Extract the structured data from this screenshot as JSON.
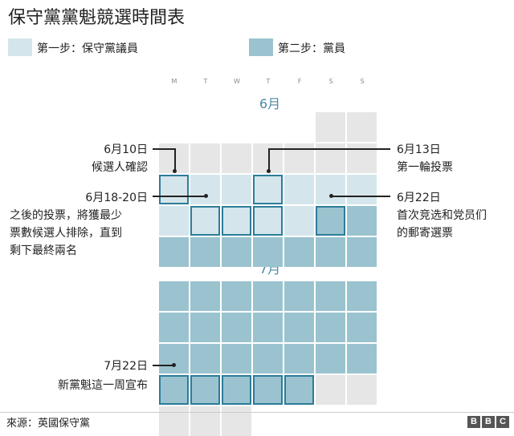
{
  "title": "保守黨黨魁競選時間表",
  "legend": [
    {
      "label": "第一步：保守黨議員",
      "color": "#d4e6ec"
    },
    {
      "label": "第二步：黨員",
      "color": "#9ac3cf"
    }
  ],
  "colors": {
    "empty": "#e6e6e6",
    "stage1": "#d4e6ec",
    "stage2": "#9ac3cf",
    "highlight": "#2d7c99"
  },
  "day_headers": [
    "M",
    "T",
    "W",
    "T",
    "F",
    "S",
    "S"
  ],
  "months": [
    {
      "title": "6月",
      "weeks": [
        [
          "none",
          "none",
          "none",
          "none",
          "none",
          "empty",
          "empty"
        ],
        [
          "empty",
          "empty",
          "empty",
          "empty",
          "empty",
          "empty",
          "empty"
        ],
        [
          "stage1",
          "stage1",
          "stage1",
          "stage1",
          "stage1",
          "stage1",
          "stage1"
        ],
        [
          "stage1",
          "stage1",
          "stage1",
          "stage1",
          "stage1",
          "stage2",
          "stage2"
        ],
        [
          "stage2",
          "stage2",
          "stage2",
          "stage2",
          "stage2",
          "stage2",
          "stage2"
        ]
      ],
      "highlights": [
        [
          2,
          0
        ],
        [
          2,
          3
        ],
        [
          3,
          1
        ],
        [
          3,
          2
        ],
        [
          3,
          3
        ],
        [
          3,
          5
        ]
      ]
    },
    {
      "title": "7月",
      "weeks": [
        [
          "stage2",
          "stage2",
          "stage2",
          "stage2",
          "stage2",
          "stage2",
          "stage2"
        ],
        [
          "stage2",
          "stage2",
          "stage2",
          "stage2",
          "stage2",
          "stage2",
          "stage2"
        ],
        [
          "stage2",
          "stage2",
          "stage2",
          "stage2",
          "stage2",
          "stage2",
          "stage2"
        ],
        [
          "stage2",
          "stage2",
          "stage2",
          "stage2",
          "stage2",
          "empty",
          "empty"
        ],
        [
          "empty",
          "empty",
          "empty",
          "none",
          "none",
          "none",
          "none"
        ]
      ],
      "highlights": [
        [
          3,
          0
        ],
        [
          3,
          1
        ],
        [
          3,
          2
        ],
        [
          3,
          3
        ],
        [
          3,
          4
        ]
      ]
    }
  ],
  "annotations": [
    {
      "date": "6月10日",
      "lines": [
        "候選人確認"
      ]
    },
    {
      "date": "6月13日",
      "lines": [
        "第一輪投票"
      ]
    },
    {
      "date": "6月18-20日",
      "lines": [
        "之後的投票，將獲最少",
        "票數候選人排除，直到",
        "剩下最終兩名"
      ]
    },
    {
      "date": "6月22日",
      "lines": [
        "首次竞选和党员们",
        "的郵寄選票"
      ]
    },
    {
      "date": "7月22日",
      "lines": [
        "新黨魁這一周宣布"
      ]
    }
  ],
  "footer": {
    "source": "來源：英國保守黨",
    "logo": [
      "B",
      "B",
      "C"
    ]
  }
}
